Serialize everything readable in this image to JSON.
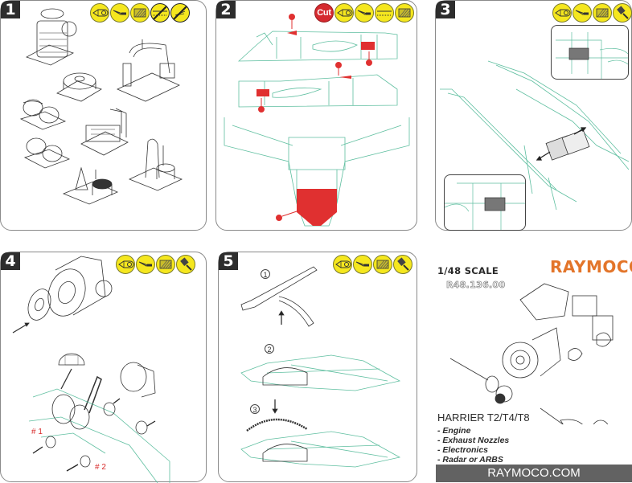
{
  "sheet": {
    "steps": [
      {
        "number": "1",
        "tools": [
          {
            "icon": "hobby-knife-icon",
            "label": ""
          },
          {
            "icon": "scalpel-icon",
            "label": ""
          },
          {
            "icon": "sanding-file-icon",
            "label": ""
          },
          {
            "icon": "no-saw-icon",
            "label": ""
          },
          {
            "icon": "no-tweezers-icon",
            "label": ""
          }
        ]
      },
      {
        "number": "2",
        "tools": [
          {
            "icon": "cut-icon",
            "label": "Cut"
          },
          {
            "icon": "hobby-knife-icon",
            "label": ""
          },
          {
            "icon": "scalpel-icon",
            "label": ""
          },
          {
            "icon": "saw-icon",
            "label": ""
          },
          {
            "icon": "sanding-file-icon",
            "label": ""
          }
        ]
      },
      {
        "number": "3",
        "tools": [
          {
            "icon": "hobby-knife-icon",
            "label": ""
          },
          {
            "icon": "scalpel-icon",
            "label": ""
          },
          {
            "icon": "sanding-file-icon",
            "label": ""
          },
          {
            "icon": "glue-brush-icon",
            "label": ""
          }
        ]
      },
      {
        "number": "4",
        "tools": [
          {
            "icon": "hobby-knife-icon",
            "label": ""
          },
          {
            "icon": "scalpel-icon",
            "label": ""
          },
          {
            "icon": "sanding-file-icon",
            "label": ""
          },
          {
            "icon": "glue-brush-icon",
            "label": ""
          }
        ],
        "part_labels": [
          "# 1",
          "# 2"
        ]
      },
      {
        "number": "5",
        "tools": [
          {
            "icon": "hobby-knife-icon",
            "label": ""
          },
          {
            "icon": "scalpel-icon",
            "label": ""
          },
          {
            "icon": "sanding-file-icon",
            "label": ""
          },
          {
            "icon": "glue-brush-icon",
            "label": ""
          }
        ],
        "sub_steps": [
          "1",
          "2",
          "3"
        ]
      }
    ]
  },
  "promo": {
    "scale": "1/48 SCALE",
    "product_code": "R48.136.00",
    "brand": "RAYMOCO",
    "model": "HARRIER T2/T4/T8",
    "features": [
      "- Engine",
      "- Exhaust Nozzles",
      "- Electronics",
      "- Radar or ARBS"
    ],
    "website": "RAYMOCO.COM"
  },
  "colors": {
    "tool_yellow": "#f5e71e",
    "cut_red": "#d52a2f",
    "airframe_green": "#5fbfa0",
    "brand_orange": "#e3752a",
    "footer_gray": "#626262"
  }
}
